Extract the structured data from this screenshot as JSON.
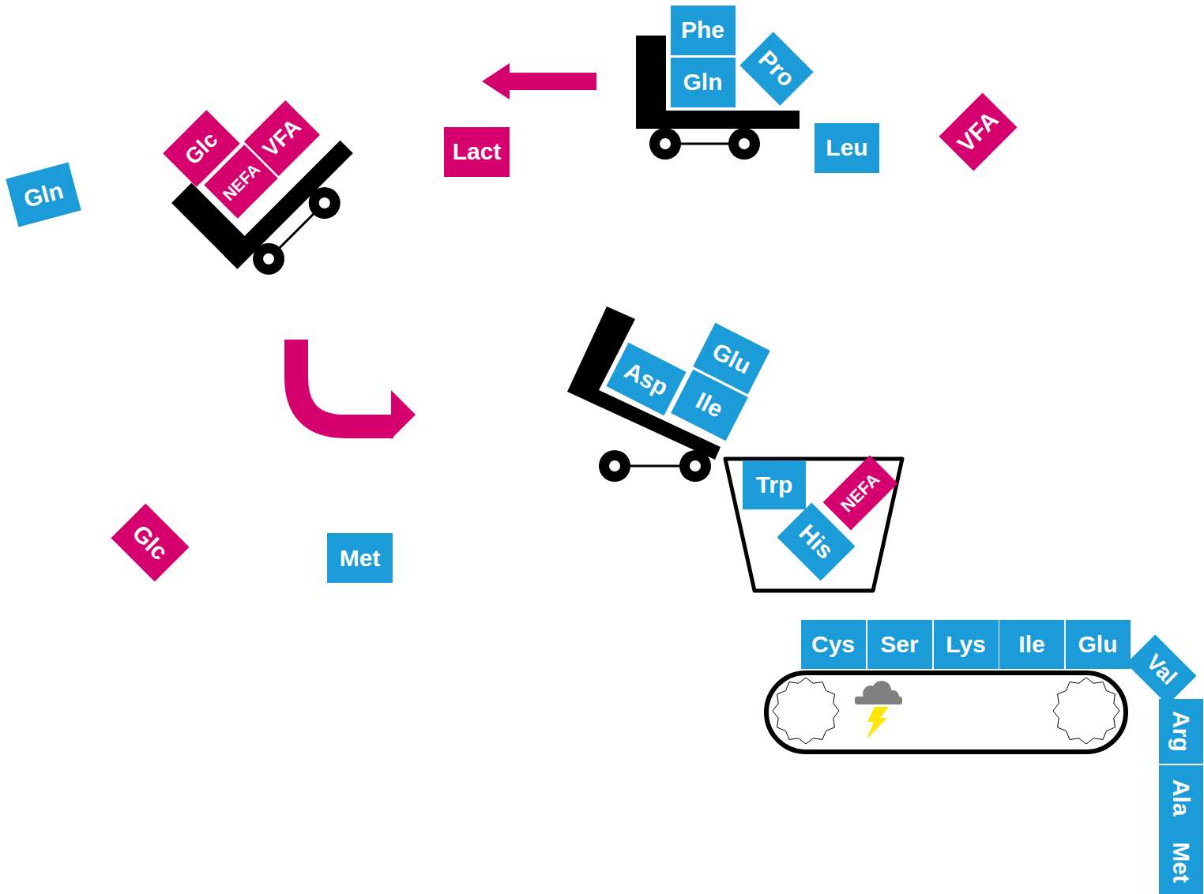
{
  "diagram": {
    "nodes": [
      {
        "text": [
          "Phe"
        ]
      },
      {
        "text": [
          "Pro"
        ]
      },
      {
        "text": [
          "Gln"
        ]
      },
      {
        "text": [
          "Lact"
        ]
      },
      {
        "text": [
          "Leu"
        ]
      },
      {
        "text": [
          "VFA"
        ]
      },
      {
        "text": [
          "Gln"
        ]
      },
      {
        "text": [
          "Glc"
        ]
      },
      {
        "text": [
          "NEFA"
        ]
      },
      {
        "text": [
          "VFA"
        ]
      },
      {
        "text": [
          "Glu"
        ]
      },
      {
        "text": [
          "Asp"
        ]
      },
      {
        "text": [
          "Ile"
        ]
      },
      {
        "text": [
          "Trp"
        ]
      },
      {
        "text": [
          "NEFA"
        ]
      },
      {
        "text": [
          "His"
        ]
      },
      {
        "text": [
          "Glc"
        ]
      },
      {
        "text": [
          "Met"
        ]
      },
      {
        "text": [
          "Cys"
        ]
      },
      {
        "text": [
          "Ser"
        ]
      },
      {
        "text": [
          "Lys"
        ]
      },
      {
        "text": [
          "Ile"
        ]
      },
      {
        "text": [
          "Glu"
        ]
      },
      {
        "text": [
          "Val"
        ]
      },
      {
        "text": [
          "Arg"
        ]
      },
      {
        "text": [
          "Ala"
        ]
      },
      {
        "text": [
          "Met"
        ]
      }
    ]
  }
}
